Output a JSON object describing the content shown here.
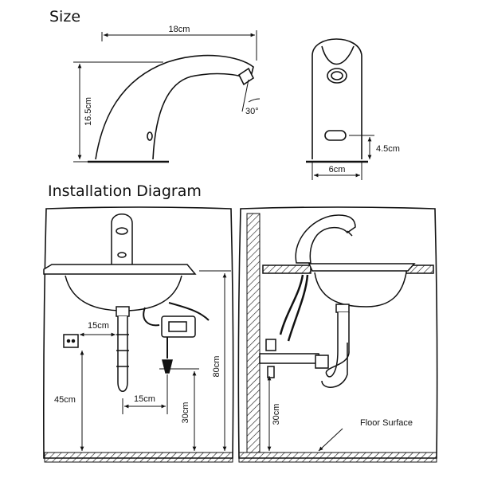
{
  "headings": {
    "size": "Size",
    "installation": "Installation Diagram"
  },
  "side_view": {
    "width_label": "18cm",
    "height_label": "16.5cm",
    "angle_label": "30°"
  },
  "front_view": {
    "sensor_height_label": "4.5cm",
    "width_label": "6cm"
  },
  "installation_front": {
    "outlet_offset_label": "15cm",
    "box_offset_label": "15cm",
    "outlet_height_label": "45cm",
    "box_height_label": "30cm",
    "faucet_height_label": "80cm"
  },
  "installation_side": {
    "valve_height_label": "30cm",
    "floor_label": "Floor Surface"
  }
}
